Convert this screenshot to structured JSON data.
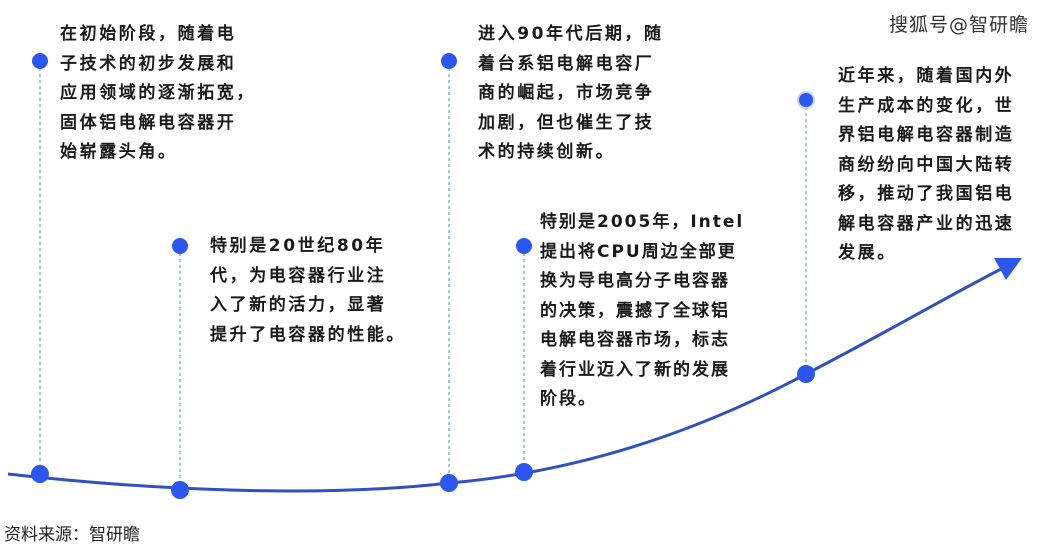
{
  "watermark": "搜狐号@智研瞻",
  "source": "资料来源：智研瞻",
  "colors": {
    "accent": "#2b56f0",
    "line": "#3050c0",
    "guide": "#5a8fa8"
  },
  "events": [
    {
      "lines": [
        "在初始阶段，随着电",
        "子技术的初步发展和",
        "应用领域的逐渐拓宽，",
        "固体铝电解电容器开",
        "始崭露头角。"
      ]
    },
    {
      "lines": [
        "特别是20世纪80年",
        "代，为电容器行业注",
        "入了新的活力，显著",
        "提升了电容器的性能。"
      ]
    },
    {
      "lines": [
        "进入90年代后期，随",
        "着台系铝电解电容厂",
        "商的崛起，市场竞争",
        "加剧，但也催生了技",
        "术的持续创新。"
      ]
    },
    {
      "lines": [
        "特别是2005年，Intel",
        "提出将CPU周边全部更",
        "换为导电高分子电容器",
        "的决策，震撼了全球铝",
        "电解电容器市场，标志",
        "着行业迈入了新的发展",
        "阶段。"
      ]
    },
    {
      "lines": [
        "近年来，随着国内外",
        "生产成本的变化，世",
        "界铝电解电容器制造",
        "商纷纷向中国大陆转",
        "移，推动了我国铝电",
        "解电容器产业的迅速",
        "发展。"
      ]
    }
  ]
}
